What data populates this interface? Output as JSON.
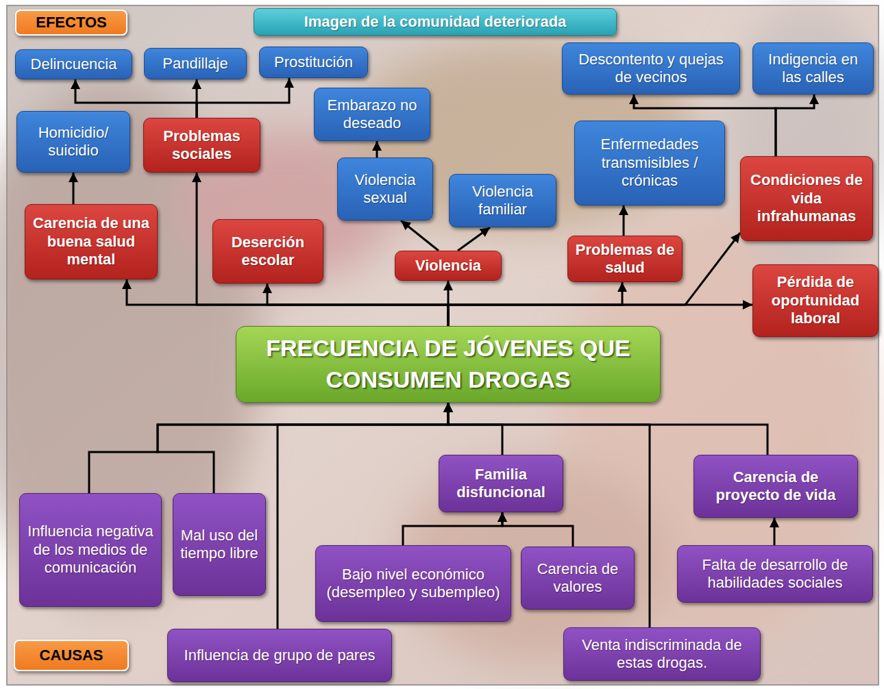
{
  "diagram": {
    "nodes": [
      {
        "text": [
          "EFECTOS"
        ]
      },
      {
        "text": [
          "Imagen de la comunidad deteriorada"
        ]
      },
      {
        "text": [
          "Delincuencia"
        ]
      },
      {
        "text": [
          "Pandillaje"
        ]
      },
      {
        "text": [
          "Prostitución"
        ]
      },
      {
        "text": [
          "Descontento y quejas de vecinos"
        ]
      },
      {
        "text": [
          "Indigencia en las calles"
        ]
      },
      {
        "text": [
          "Homicidio/ suicidio"
        ]
      },
      {
        "text": [
          "Problemas sociales"
        ]
      },
      {
        "text": [
          "Embarazo no deseado"
        ]
      },
      {
        "text": [
          "Violencia sexual"
        ]
      },
      {
        "text": [
          "Enfermedades transmisibles / crónicas"
        ]
      },
      {
        "text": [
          "Violencia familiar"
        ]
      },
      {
        "text": [
          "Condiciones de vida infrahumanas"
        ]
      },
      {
        "text": [
          "Carencia de una buena salud mental"
        ]
      },
      {
        "text": [
          "Deserción escolar"
        ]
      },
      {
        "text": [
          "Violencia"
        ]
      },
      {
        "text": [
          "Problemas de salud"
        ]
      },
      {
        "text": [
          "Pérdida de oportunidad laboral"
        ]
      },
      {
        "text": [
          "FRECUENCIA DE JÓVENES QUE CONSUMEN DROGAS"
        ]
      },
      {
        "text": [
          "Familia disfuncional"
        ]
      },
      {
        "text": [
          "Carencia de proyecto de vida"
        ]
      },
      {
        "text": [
          "Influencia negativa de los medios de comunicación"
        ]
      },
      {
        "text": [
          "Mal uso del tiempo libre"
        ]
      },
      {
        "text": [
          "Bajo nivel económico (desempleo y subempleo)"
        ]
      },
      {
        "text": [
          "Carencia de valores"
        ]
      },
      {
        "text": [
          "Falta de desarrollo de habilidades sociales"
        ]
      },
      {
        "text": [
          "Influencia de grupo de pares"
        ]
      },
      {
        "text": [
          "Venta indiscriminada de estas drogas."
        ]
      },
      {
        "text": [
          "CAUSAS"
        ]
      }
    ],
    "edges": [
      {
        "from": 19,
        "to": 14,
        "arrow": "to"
      },
      {
        "from": 19,
        "to": 8,
        "arrow": "to"
      },
      {
        "from": 19,
        "to": 15,
        "arrow": "to"
      },
      {
        "from": 19,
        "to": 16,
        "arrow": "to"
      },
      {
        "from": 19,
        "to": 17,
        "arrow": "to"
      },
      {
        "from": 19,
        "to": 13,
        "arrow": "to"
      },
      {
        "from": 19,
        "to": 18,
        "arrow": "to"
      },
      {
        "from": 14,
        "to": 7,
        "arrow": "to"
      },
      {
        "from": 8,
        "to": 2,
        "arrow": "to"
      },
      {
        "from": 8,
        "to": 3,
        "arrow": "to"
      },
      {
        "from": 8,
        "to": 4,
        "arrow": "to"
      },
      {
        "from": 16,
        "to": 10,
        "arrow": "to"
      },
      {
        "from": 16,
        "to": 12,
        "arrow": "to"
      },
      {
        "from": 10,
        "to": 9,
        "arrow": "to"
      },
      {
        "from": 17,
        "to": 11,
        "arrow": "to"
      },
      {
        "from": 13,
        "to": 5,
        "arrow": "to"
      },
      {
        "from": 13,
        "to": 6,
        "arrow": "to"
      },
      {
        "from": 22,
        "to": 19,
        "arrow": "to"
      },
      {
        "from": 23,
        "to": 19,
        "arrow": "to"
      },
      {
        "from": 27,
        "to": 19,
        "arrow": "to"
      },
      {
        "from": 20,
        "to": 19,
        "arrow": "to"
      },
      {
        "from": 28,
        "to": 19,
        "arrow": "to"
      },
      {
        "from": 21,
        "to": 19,
        "arrow": "to"
      },
      {
        "from": 24,
        "to": 20,
        "arrow": "to"
      },
      {
        "from": 25,
        "to": 20,
        "arrow": "to"
      },
      {
        "from": 26,
        "to": 21,
        "arrow": "to"
      }
    ]
  }
}
